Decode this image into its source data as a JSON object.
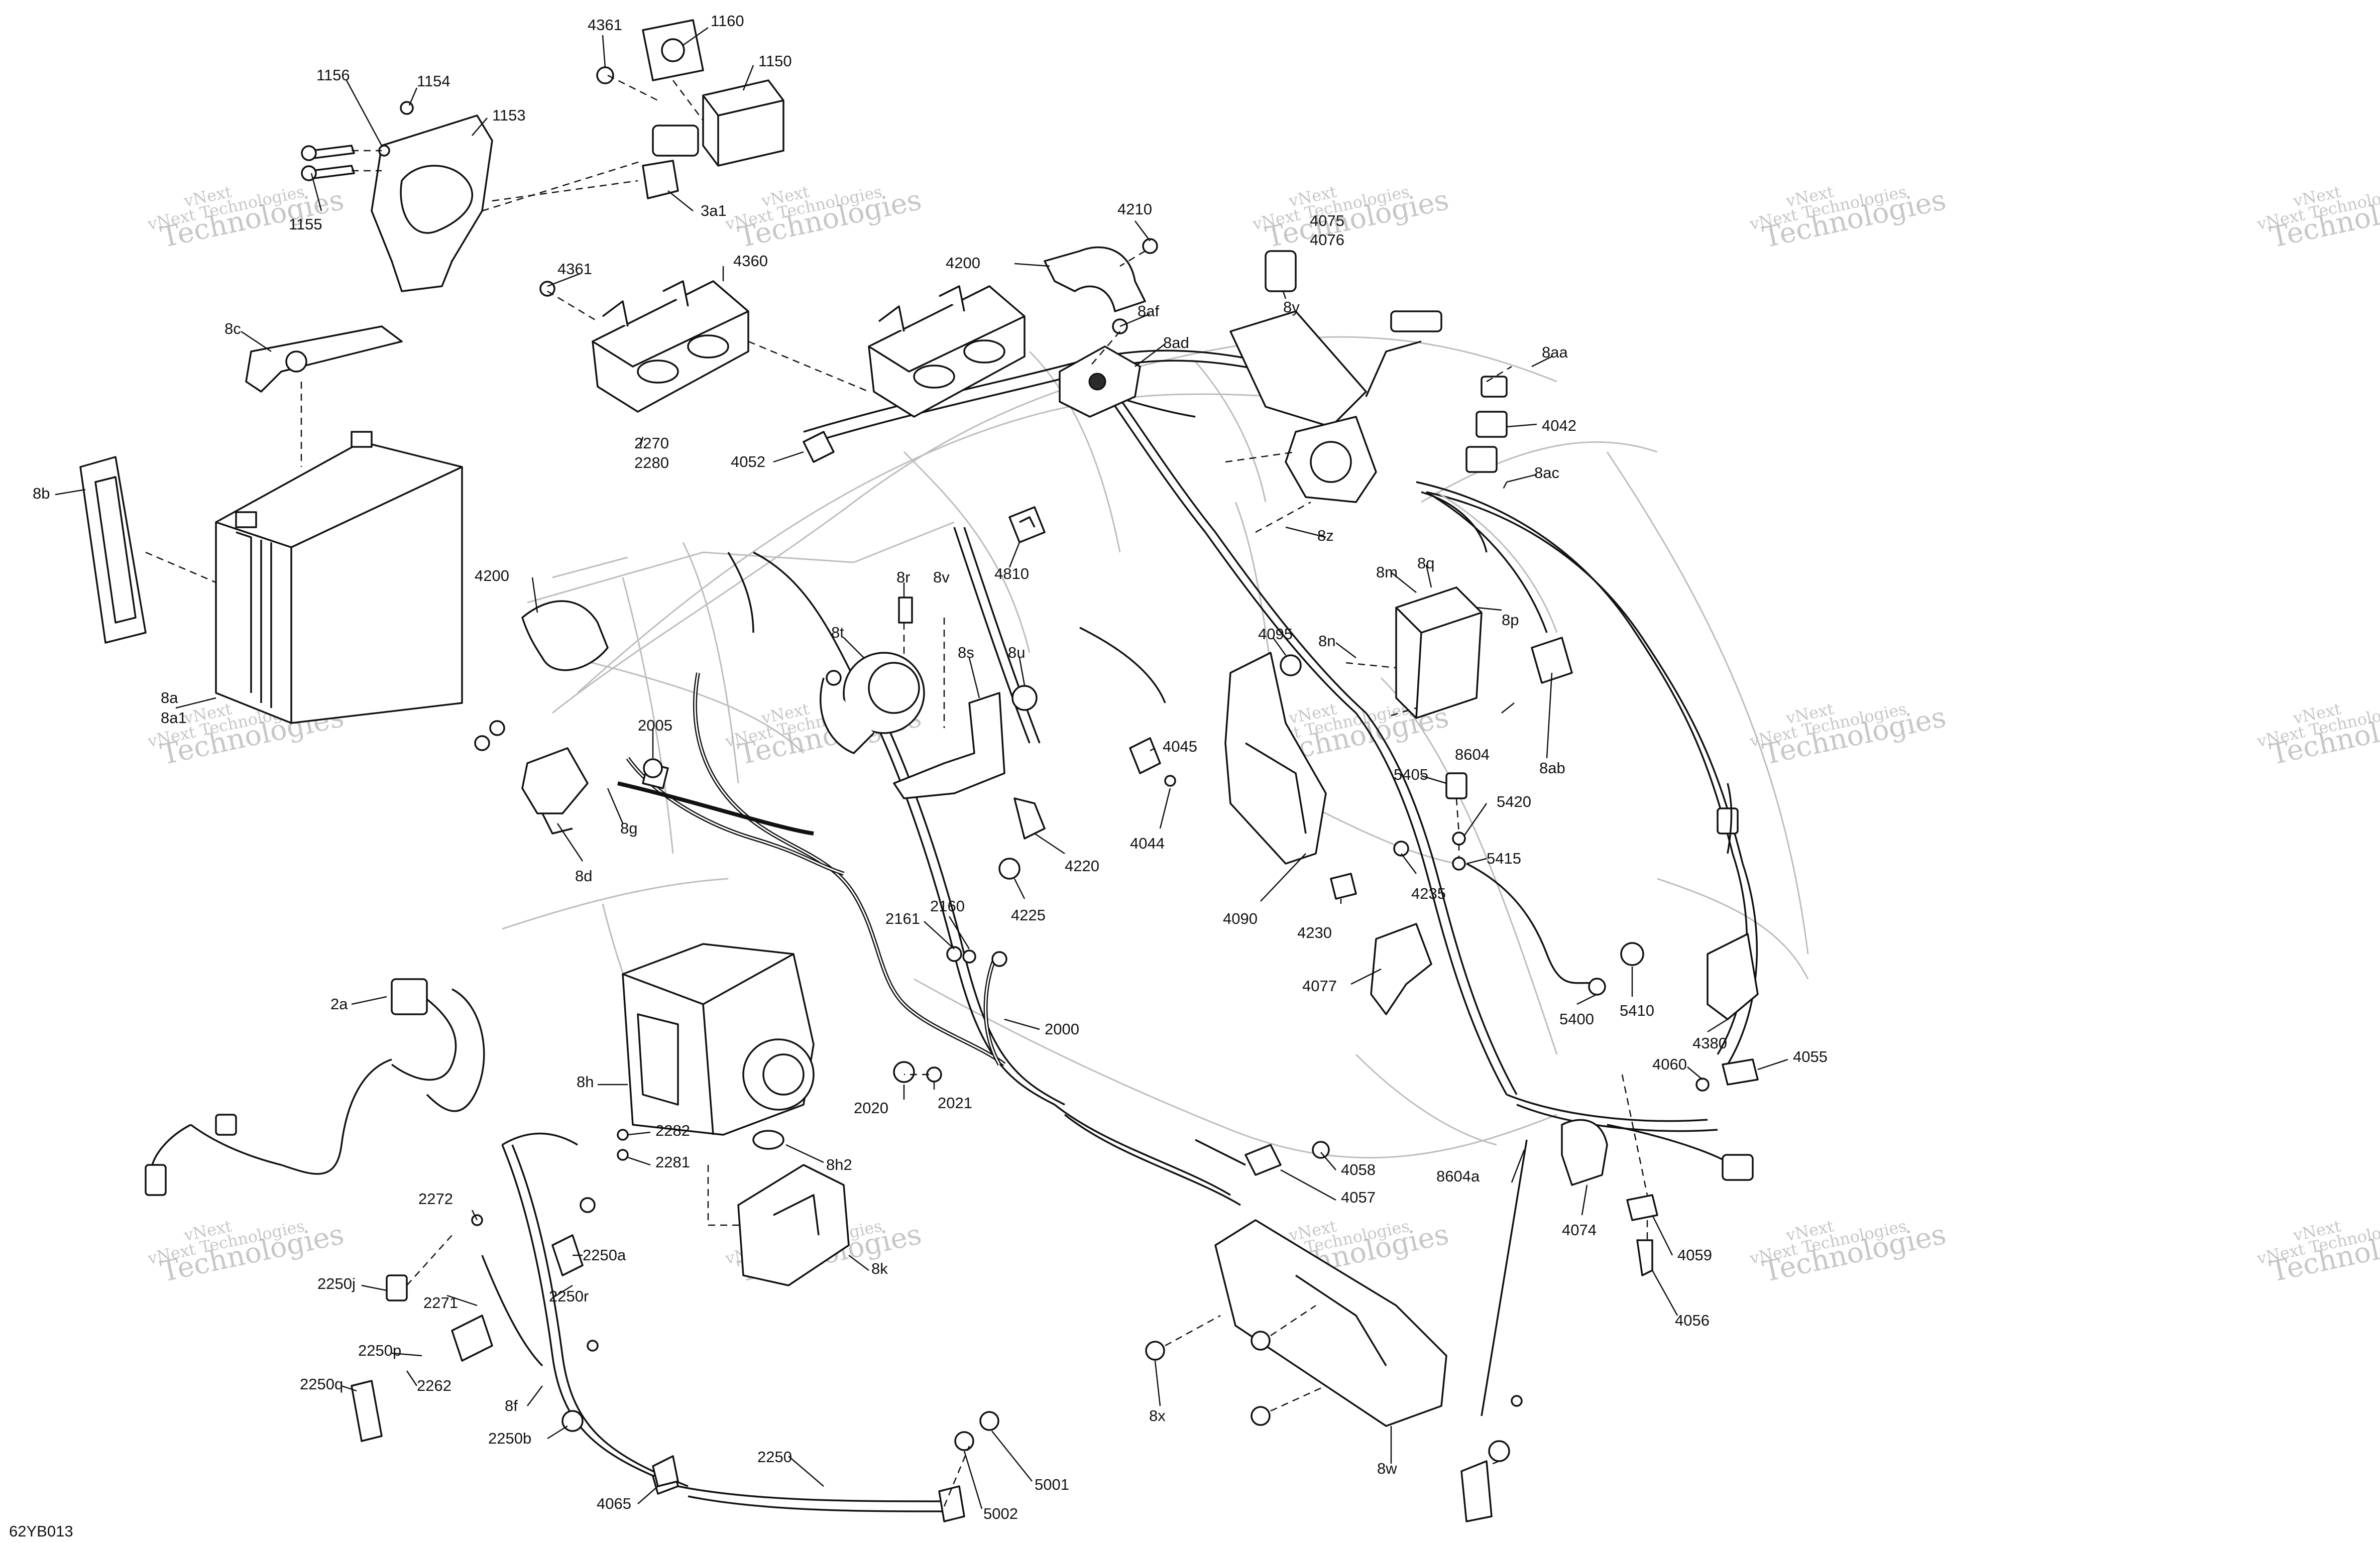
{
  "diagram_code": "62YB013",
  "watermark": {
    "line1": "vNext",
    "line2": "Technologies",
    "line3": "vNext Technologies"
  },
  "labels": [
    {
      "id": "4361a",
      "text": "4361"
    },
    {
      "id": "1160",
      "text": "1160"
    },
    {
      "id": "1150",
      "text": "1150"
    },
    {
      "id": "1156",
      "text": "1156"
    },
    {
      "id": "1154",
      "text": "1154"
    },
    {
      "id": "1153",
      "text": "1153"
    },
    {
      "id": "1155",
      "text": "1155"
    },
    {
      "id": "3a1",
      "text": "3a1"
    },
    {
      "id": "4210",
      "text": "4210"
    },
    {
      "id": "4200a",
      "text": "4200"
    },
    {
      "id": "4075",
      "text": "4075"
    },
    {
      "id": "4076",
      "text": "4076"
    },
    {
      "id": "8y",
      "text": "8y"
    },
    {
      "id": "4361b",
      "text": "4361"
    },
    {
      "id": "4360",
      "text": "4360"
    },
    {
      "id": "8af",
      "text": "8af"
    },
    {
      "id": "8ad",
      "text": "8ad"
    },
    {
      "id": "8c",
      "text": "8c"
    },
    {
      "id": "8aa",
      "text": "8aa"
    },
    {
      "id": "4042",
      "text": "4042"
    },
    {
      "id": "2270",
      "text": "2270"
    },
    {
      "id": "2280",
      "text": "2280"
    },
    {
      "id": "4052",
      "text": "4052"
    },
    {
      "id": "8ac",
      "text": "8ac"
    },
    {
      "id": "8b",
      "text": "8b"
    },
    {
      "id": "8z",
      "text": "8z"
    },
    {
      "id": "4810",
      "text": "4810"
    },
    {
      "id": "4200b",
      "text": "4200"
    },
    {
      "id": "8r",
      "text": "8r"
    },
    {
      "id": "8v",
      "text": "8v"
    },
    {
      "id": "8m",
      "text": "8m"
    },
    {
      "id": "8q",
      "text": "8q"
    },
    {
      "id": "8p",
      "text": "8p"
    },
    {
      "id": "8t",
      "text": "8t"
    },
    {
      "id": "4095",
      "text": "4095"
    },
    {
      "id": "8n",
      "text": "8n"
    },
    {
      "id": "8s",
      "text": "8s"
    },
    {
      "id": "8u",
      "text": "8u"
    },
    {
      "id": "8a",
      "text": "8a"
    },
    {
      "id": "8a1",
      "text": "8a1"
    },
    {
      "id": "2005",
      "text": "2005"
    },
    {
      "id": "4045",
      "text": "4045"
    },
    {
      "id": "8604",
      "text": "8604"
    },
    {
      "id": "8ab",
      "text": "8ab"
    },
    {
      "id": "5405",
      "text": "5405"
    },
    {
      "id": "5420",
      "text": "5420"
    },
    {
      "id": "8g",
      "text": "8g"
    },
    {
      "id": "4044",
      "text": "4044"
    },
    {
      "id": "5415",
      "text": "5415"
    },
    {
      "id": "8d",
      "text": "8d"
    },
    {
      "id": "4220",
      "text": "4220"
    },
    {
      "id": "4235",
      "text": "4235"
    },
    {
      "id": "4090",
      "text": "4090"
    },
    {
      "id": "2161",
      "text": "2161"
    },
    {
      "id": "2160",
      "text": "2160"
    },
    {
      "id": "4225",
      "text": "4225"
    },
    {
      "id": "4230",
      "text": "4230"
    },
    {
      "id": "4077",
      "text": "4077"
    },
    {
      "id": "2a",
      "text": "2a"
    },
    {
      "id": "5400",
      "text": "5400"
    },
    {
      "id": "5410",
      "text": "5410"
    },
    {
      "id": "4380",
      "text": "4380"
    },
    {
      "id": "2000",
      "text": "2000"
    },
    {
      "id": "4060",
      "text": "4060"
    },
    {
      "id": "4055",
      "text": "4055"
    },
    {
      "id": "8h",
      "text": "8h"
    },
    {
      "id": "2020",
      "text": "2020"
    },
    {
      "id": "2021",
      "text": "2021"
    },
    {
      "id": "2282",
      "text": "2282"
    },
    {
      "id": "8h2",
      "text": "8h2"
    },
    {
      "id": "2281",
      "text": "2281"
    },
    {
      "id": "4058",
      "text": "4058"
    },
    {
      "id": "4057",
      "text": "4057"
    },
    {
      "id": "8604a",
      "text": "8604a"
    },
    {
      "id": "2272",
      "text": "2272"
    },
    {
      "id": "4074",
      "text": "4074"
    },
    {
      "id": "4059",
      "text": "4059"
    },
    {
      "id": "2250a",
      "text": "2250a"
    },
    {
      "id": "8k",
      "text": "8k"
    },
    {
      "id": "2250j",
      "text": "2250j"
    },
    {
      "id": "2271",
      "text": "2271"
    },
    {
      "id": "2250r",
      "text": "2250r"
    },
    {
      "id": "4056",
      "text": "4056"
    },
    {
      "id": "2250p",
      "text": "2250p"
    },
    {
      "id": "2250q",
      "text": "2250q"
    },
    {
      "id": "2262",
      "text": "2262"
    },
    {
      "id": "8f",
      "text": "8f"
    },
    {
      "id": "8x",
      "text": "8x"
    },
    {
      "id": "2250b",
      "text": "2250b"
    },
    {
      "id": "8w",
      "text": "8w"
    },
    {
      "id": "4065",
      "text": "4065"
    },
    {
      "id": "2250",
      "text": "2250"
    },
    {
      "id": "5001",
      "text": "5001"
    },
    {
      "id": "5002",
      "text": "5002"
    }
  ]
}
